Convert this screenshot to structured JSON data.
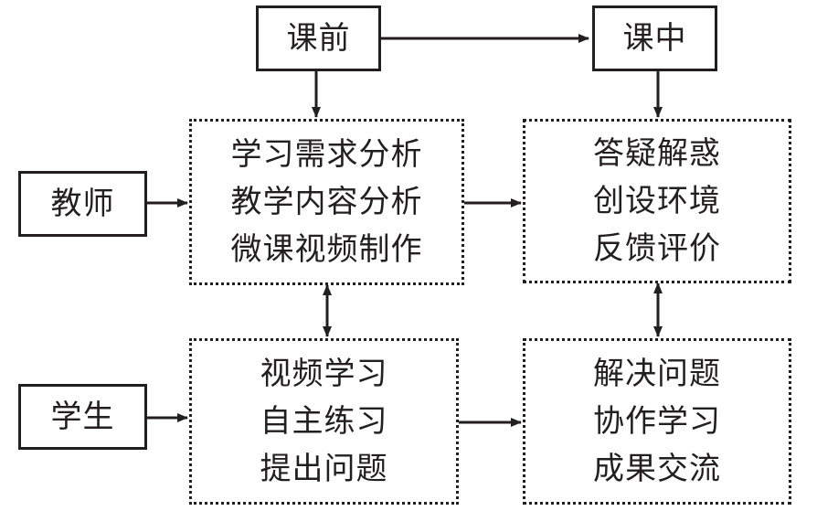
{
  "phases": {
    "before_class": "课前",
    "in_class": "课中"
  },
  "roles": {
    "teacher": "教师",
    "student": "学生"
  },
  "teacher_before": [
    "学习需求分析",
    "教学内容分析",
    "微课视频制作"
  ],
  "teacher_in": [
    "答疑解惑",
    "创设环境",
    "反馈评价"
  ],
  "student_before": [
    "视频学习",
    "自主练习",
    "提出问题"
  ],
  "student_in": [
    "解决问题",
    "协作学习",
    "成果交流"
  ]
}
